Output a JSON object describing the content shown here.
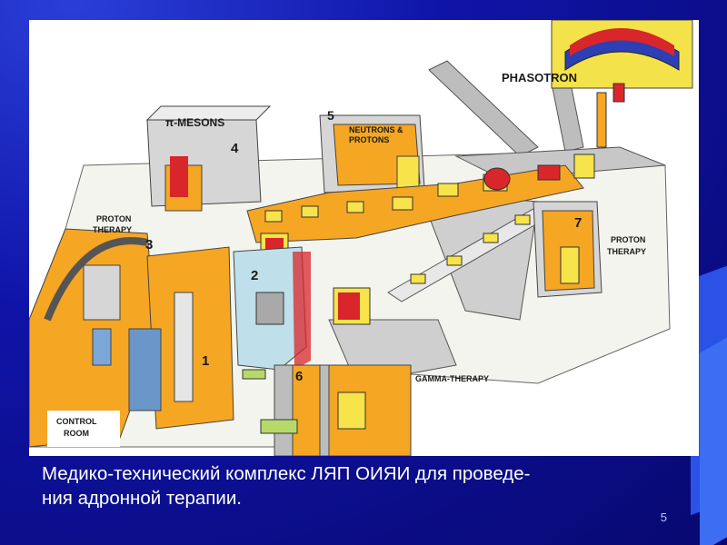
{
  "figure": {
    "labels": {
      "phasotron": "PHASOTRON",
      "pi_mesons": "π-MESONS",
      "neutrons": "NEUTRONS &",
      "protons": "PROTONS",
      "proton_therapy_left_1": "PROTON",
      "proton_therapy_left_2": "THERAPY",
      "proton_therapy_right_1": "PROTON",
      "proton_therapy_right_2": "THERAPY",
      "gamma_therapy": "GAMMA-THERAPY",
      "control_room_1": "CONTROL",
      "control_room_2": "ROOM"
    },
    "room_numbers": {
      "r1": "1",
      "r2": "2",
      "r3": "3",
      "r4": "4",
      "r5": "5",
      "r6": "6",
      "r7": "7"
    }
  },
  "caption": {
    "line1": "Медико-технический комплекс ЛЯП ОИЯИ для проведе-",
    "line2": "ния адронной терапии."
  },
  "page_number": "5",
  "colors": {
    "background": "#0f14a8",
    "orange": "#f5a623",
    "yellow": "#f7e34a",
    "red": "#d9262b",
    "grey": "#c9c9c9"
  }
}
